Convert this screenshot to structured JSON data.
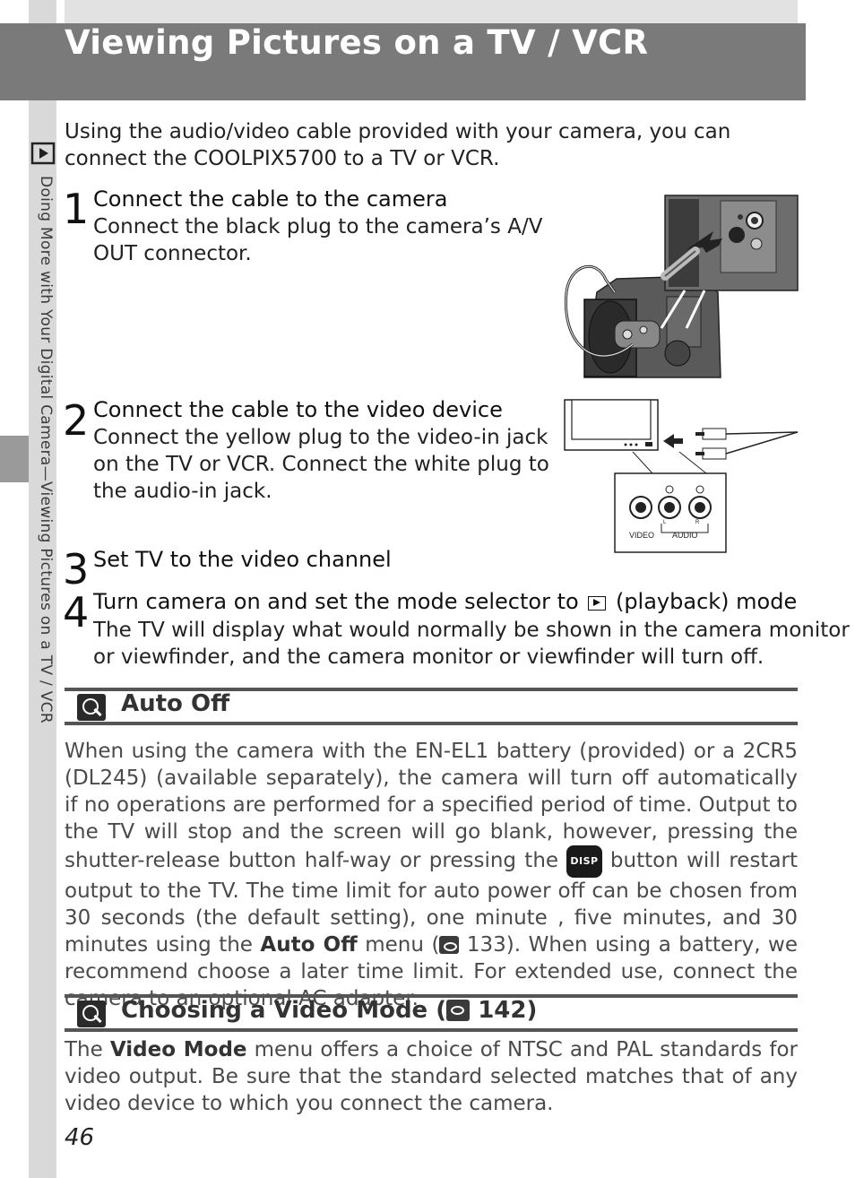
{
  "page": {
    "title": "Viewing Pictures on a TV / VCR",
    "side_label": "Doing More with Your Digital Camera—Viewing Pictures on a TV / VCR",
    "page_number": "46"
  },
  "intro": "Using the audio/video cable provided with your camera, you can connect the COOLPIX5700 to a TV or VCR.",
  "steps": [
    {
      "number": "1",
      "title": "Connect the cable to the camera",
      "body_lines": [
        "Connect the black plug to the camera’s A/V",
        "OUT connector."
      ]
    },
    {
      "number": "2",
      "title": "Connect the cable to the video device",
      "body_lines": [
        "Connect the yellow plug to the video-in jack",
        "on the TV or VCR. Connect the white plug to",
        "the audio-in jack."
      ]
    },
    {
      "number": "3",
      "title": "Set TV to the video channel"
    },
    {
      "number": "4",
      "title_before": "Turn camera on and set the mode selector to",
      "title_after": "(playback) mode",
      "body_lines": [
        "The TV will display what would normally be shown in the camera monitor",
        "or viewfinder, and the camera monitor or viewfinder will turn off."
      ]
    }
  ],
  "figures": {
    "tv_labels": {
      "video": "VIDEO",
      "audio": "AUDIO",
      "left": "L",
      "right": "R"
    }
  },
  "notes": [
    {
      "heading": "Auto Off",
      "body_part1": "When using the camera with the EN-EL1 battery (provided) or a 2CR5 (DL245) (available separately), the camera will turn off automatically if no operations are performed for a specified period of time.  Output to the TV will stop and the screen will go blank, however, pressing the shutter-release button half-way or pressing the",
      "badge": "DISP",
      "body_part2": "button will restart output to the TV.  The time limit for auto power off can be chosen from 30 seconds (the default setting), one minute , five minutes, and 30 minutes using the",
      "bold": "Auto Off",
      "body_part3": "menu (",
      "ref": "133).",
      "body_part4": "When using a battery, we recommend choose a later time limit. For extended use, connect the camera to an optional AC adapter."
    },
    {
      "heading_before": "Choosing a Video Mode (",
      "heading_after": "142)",
      "body_part1": "The",
      "bold": "Video Mode",
      "body_part2": "menu offers a choice of NTSC and PAL standards for video output.  Be sure that the standard selected matches that of any video device to which you connect the camera."
    }
  ]
}
